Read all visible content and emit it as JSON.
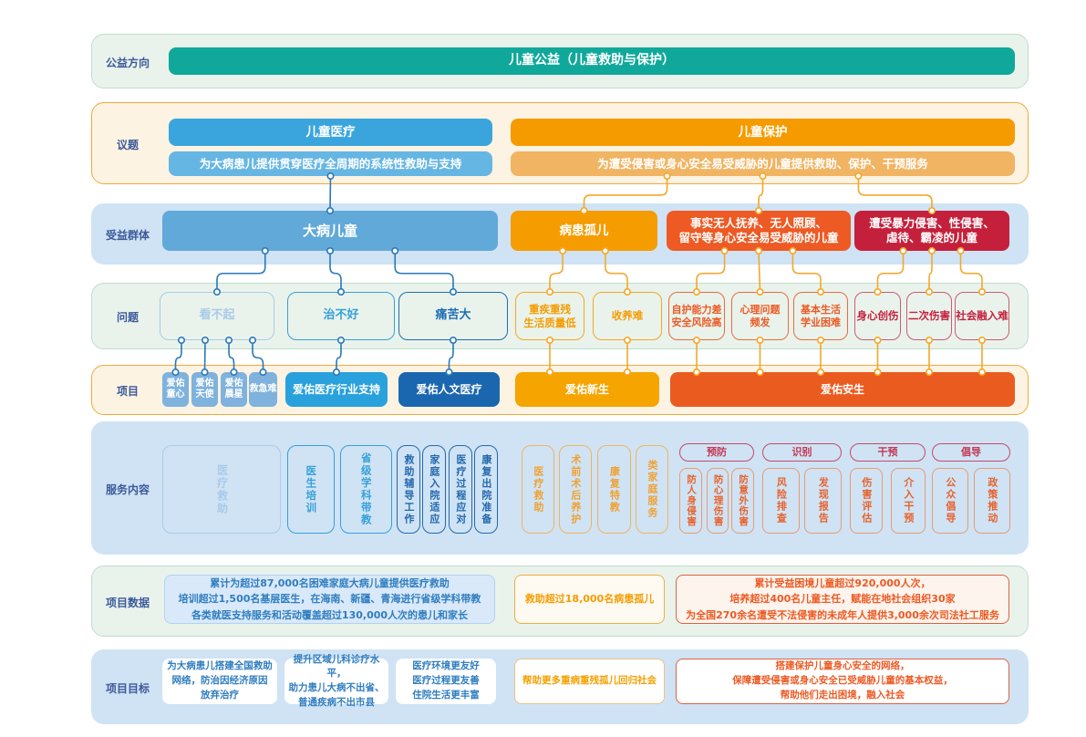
{
  "colors": {
    "theme_teal": "#10a89a",
    "blue": "#3aa5dd",
    "light_blue": "#66b6e4",
    "deep_blue": "#1b67af",
    "cyan_blue": "#29a1dc",
    "orange": "#f59b00",
    "light_orange": "#f1b463",
    "orange_red": "#ea5b20",
    "crimson": "#c4203c",
    "connector_blue": "#2979b8",
    "connector_orange": "#f5a728"
  },
  "direction": {
    "label": "公益方向",
    "bar": "儿童公益（儿童救助与保护）"
  },
  "issues": {
    "label": "议题",
    "medical": {
      "title": "儿童医疗",
      "subtitle": "为大病患儿提供贯穿医疗全周期的系统性救助与支持"
    },
    "protection": {
      "title": "儿童保护",
      "subtitle": "为遭受侵害或身心安全易受威胁的儿童提供救助、保护、干预服务"
    }
  },
  "beneficiaries": {
    "label": "受益群体",
    "sick": "大病儿童",
    "orphan": "病患孤儿",
    "defacto": "事实无人抚养、无人照顾、\n留守等身心安全易受威胁的儿童",
    "abused": "遭受暴力侵害、性侵害、\n虐待、霸凌的儿童"
  },
  "problems": {
    "label": "问题",
    "cant_afford": "看不起",
    "cant_cure": "治不好",
    "pain": "痛苦大",
    "quality": "重疾重残\n生活质量低",
    "adoption": "收养难",
    "selfcare": "自护能力差\n安全风险高",
    "psych": "心理问题\n频发",
    "livelihood": "基本生活\n学业困难",
    "trauma": "身心创伤",
    "secondary": "二次伤害",
    "social": "社会融入难"
  },
  "projects": {
    "label": "项目",
    "tongxin": "爱佑\n童心",
    "tianshi": "爱佑\n天使",
    "chenxing": "爱佑\n晨星",
    "jiujinan": "救急难",
    "industry": "爱佑医疗行业支持",
    "renwen": "爱佑人文医疗",
    "xinsheng": "爱佑新生",
    "ansheng": "爱佑安生"
  },
  "services": {
    "label": "服务内容",
    "medical": [
      "医疗救助",
      "医生培训",
      "省级学科带教",
      "救助辅导工作",
      "家庭入院适应",
      "医疗过程应对",
      "康复出院准备"
    ],
    "xinsheng": [
      "医疗救助",
      "术前术后养护",
      "康复特教",
      "类家庭服务"
    ],
    "ansheng_groups": [
      {
        "header": "预防",
        "items": [
          "防人身侵害",
          "防心理伤害",
          "防意外伤害"
        ]
      },
      {
        "header": "识别",
        "items": [
          "风险排查",
          "发现报告"
        ]
      },
      {
        "header": "干预",
        "items": [
          "伤害评估",
          "介入干预"
        ]
      },
      {
        "header": "倡导",
        "items": [
          "公众倡导",
          "政策推动"
        ]
      }
    ]
  },
  "project_data": {
    "label": "项目数据",
    "medical": "累计为超过87,000名困难家庭大病儿童提供医疗救助\n培训超过1,500名基层医生，在海南、新疆、青海进行省级学科带教\n各类就医支持服务和活动覆盖超过130,000人次的患儿和家长",
    "xinsheng": "救助超过18,000名病患孤儿",
    "ansheng": "累计受益困境儿童超过920,000人次，\n培养超过400名儿童主任，赋能在地社会组织30家\n为全国270余名遭受不法侵害的未成年人提供3,000余次司法社工服务"
  },
  "goals": {
    "label": "项目目标",
    "g1": "为大病患儿搭建全国救助\n网络，防治因经济原因\n放弃治疗",
    "g2": "提升区域儿科诊疗水平，\n助力患儿大病不出省、\n普通疾病不出市县",
    "g3": "医疗环境更友好\n医疗过程更友善\n住院生活更丰富",
    "g4": "帮助更多重病重残孤儿回归社会",
    "g5": "搭建保护儿童身心安全的网络，\n保障遭受侵害或身心安全已受威胁儿童的基本权益，\n帮助他们走出困境，融入社会"
  },
  "connectors": [
    {
      "from": "issue-medical-sub",
      "to": "group-sick",
      "color": "blue"
    },
    {
      "from": "issue-protection-sub",
      "to": "group-orphan",
      "color": "orange"
    },
    {
      "from": "issue-protection-sub",
      "to": "group-defacto",
      "color": "orange"
    },
    {
      "from": "issue-protection-sub",
      "to": "group-abused",
      "color": "orange"
    },
    {
      "from": "group-sick",
      "to": "prob-cant-afford",
      "color": "blue"
    },
    {
      "from": "group-sick",
      "to": "prob-cant-cure",
      "color": "blue"
    },
    {
      "from": "group-sick",
      "to": "prob-pain",
      "color": "blue"
    },
    {
      "from": "group-orphan",
      "to": "prob-quality",
      "color": "orange"
    },
    {
      "from": "group-orphan",
      "to": "prob-adoption",
      "color": "orange"
    },
    {
      "from": "group-defacto",
      "to": "prob-selfcare",
      "color": "orange"
    },
    {
      "from": "group-defacto",
      "to": "prob-psych",
      "color": "orange"
    },
    {
      "from": "group-defacto",
      "to": "prob-livelihood",
      "color": "orange"
    },
    {
      "from": "group-abused",
      "to": "prob-trauma",
      "color": "orange"
    },
    {
      "from": "group-abused",
      "to": "prob-secondary",
      "color": "orange"
    },
    {
      "from": "group-abused",
      "to": "prob-social",
      "color": "orange"
    },
    {
      "from": "prob-cant-afford",
      "to": "proj-tongxin",
      "color": "blue"
    },
    {
      "from": "prob-cant-afford",
      "to": "proj-tianshi",
      "color": "blue"
    },
    {
      "from": "prob-cant-afford",
      "to": "proj-chenxing",
      "color": "blue"
    },
    {
      "from": "prob-cant-afford",
      "to": "proj-jiujinan",
      "color": "blue"
    },
    {
      "from": "prob-cant-cure",
      "to": "proj-industry",
      "color": "blue"
    },
    {
      "from": "prob-pain",
      "to": "proj-renwen",
      "color": "blue"
    },
    {
      "from": "prob-quality",
      "to": "proj-xinsheng",
      "color": "orange"
    },
    {
      "from": "prob-adoption",
      "to": "proj-xinsheng",
      "color": "orange"
    },
    {
      "from": "prob-selfcare",
      "to": "proj-ansheng",
      "color": "orange"
    },
    {
      "from": "prob-psych",
      "to": "proj-ansheng",
      "color": "orange"
    },
    {
      "from": "prob-livelihood",
      "to": "proj-ansheng",
      "color": "orange"
    },
    {
      "from": "prob-trauma",
      "to": "proj-ansheng",
      "color": "orange"
    },
    {
      "from": "prob-secondary",
      "to": "proj-ansheng",
      "color": "orange"
    },
    {
      "from": "prob-social",
      "to": "proj-ansheng",
      "color": "orange"
    }
  ]
}
